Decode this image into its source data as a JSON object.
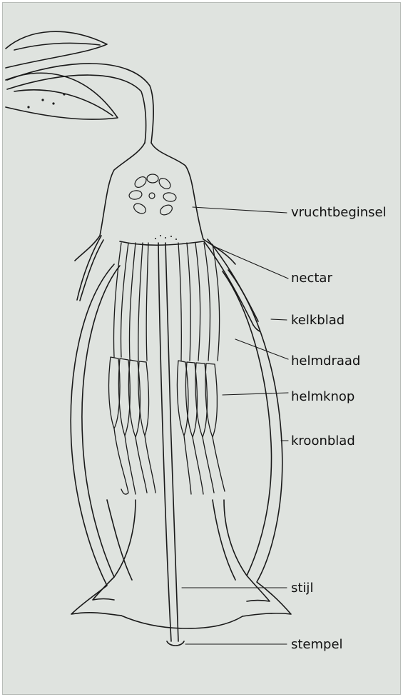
{
  "diagram": {
    "labels": {
      "vruchtbeginsel": "vruchtbeginsel",
      "nectar": "nectar",
      "kelkblad": "kelkblad",
      "helmdraad": "helmdraad",
      "helmknop": "helmknop",
      "kroonblad": "kroonblad",
      "stijl": "stijl",
      "stempel": "stempel"
    },
    "colors": {
      "background": "#dfe3df",
      "line": "#1a1a1a"
    }
  }
}
